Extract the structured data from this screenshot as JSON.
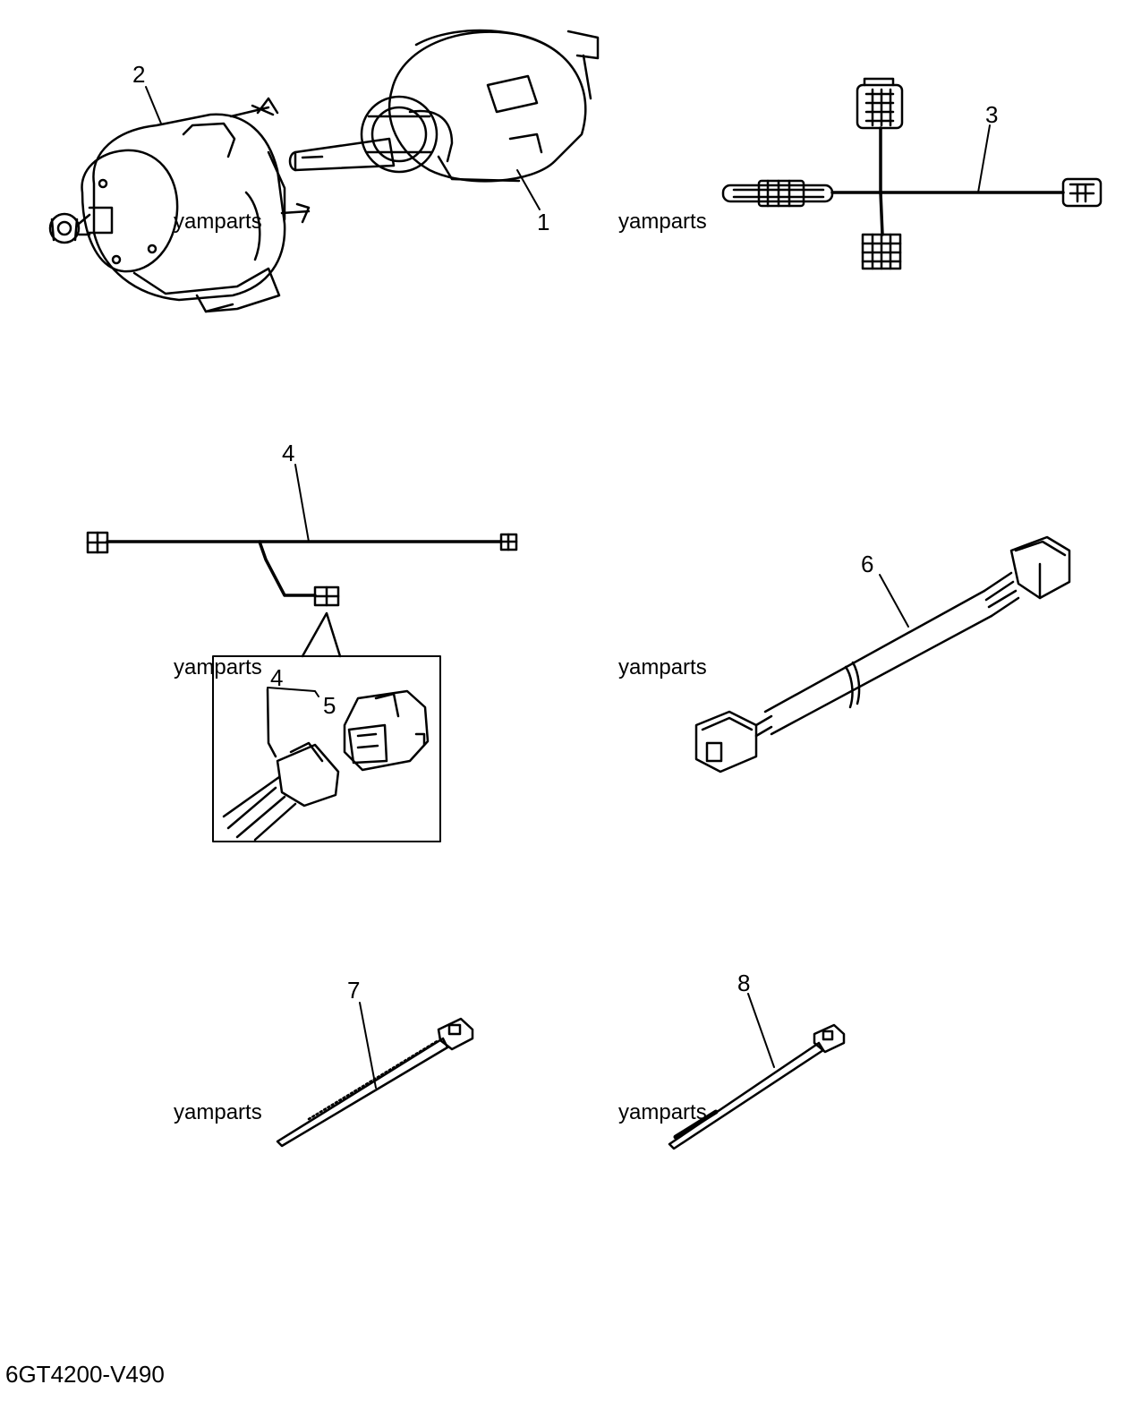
{
  "diagram": {
    "code": "6GT4200-V490",
    "watermark": "yamparts",
    "callouts": {
      "c1": "1",
      "c2": "2",
      "c3": "3",
      "c4": "4",
      "c4_inset": "4",
      "c5": "5",
      "c6": "6",
      "c7": "7",
      "c8": "8"
    }
  }
}
